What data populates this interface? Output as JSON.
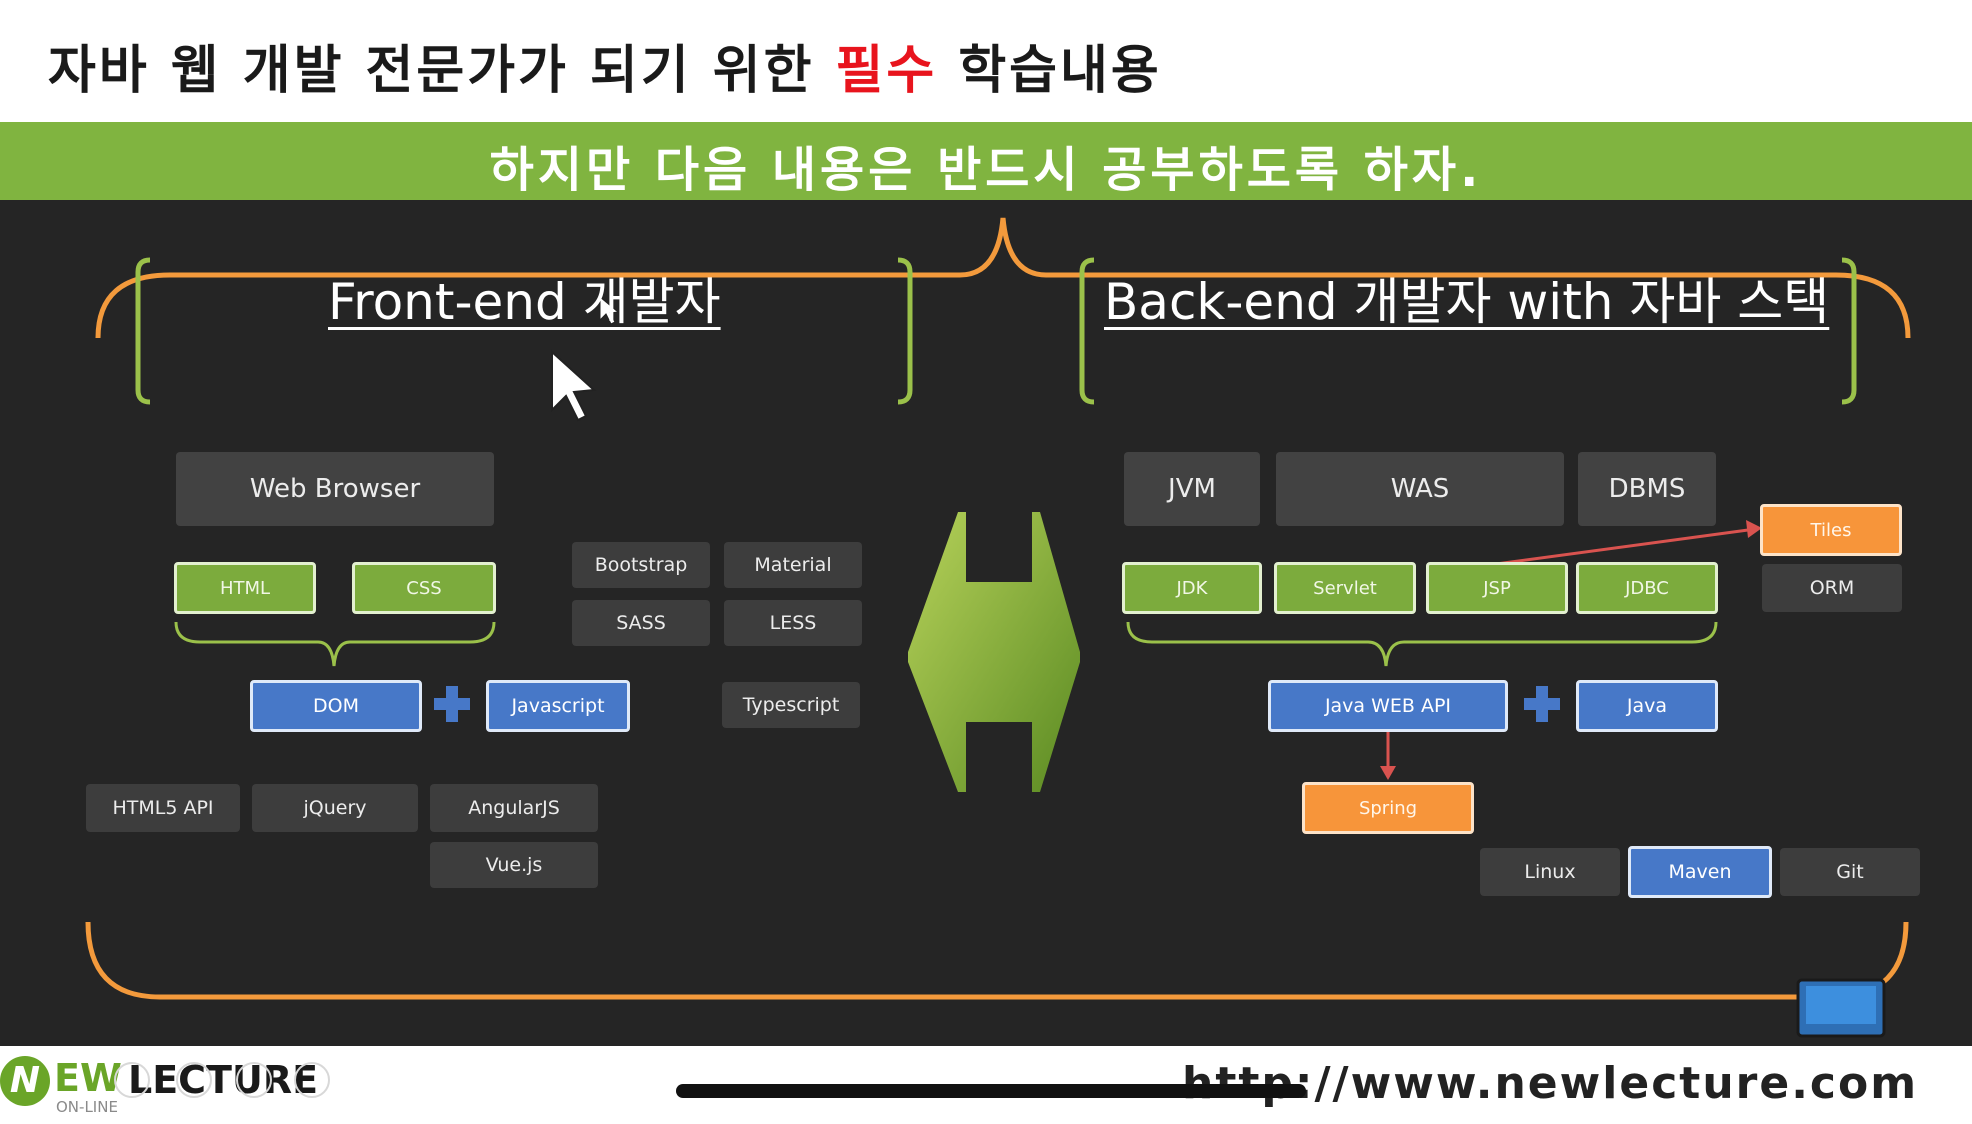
{
  "title": {
    "pre": "자바 웹 개발 전문가가 되기 위한 ",
    "highlight": "필수",
    "post": " 학습내용"
  },
  "banner": "하지만 다음 내용은 반드시 공부하도록 하자.",
  "frontend": {
    "heading": "Front-end 개발자",
    "web_browser": "Web Browser",
    "html": "HTML",
    "css": "CSS",
    "dom": "DOM",
    "javascript": "Javascript",
    "bootstrap": "Bootstrap",
    "material": "Material",
    "sass": "SASS",
    "less": "LESS",
    "typescript": "Typescript",
    "html5_api": "HTML5 API",
    "jquery": "jQuery",
    "angularjs": "AngularJS",
    "vuejs": "Vue.js"
  },
  "backend": {
    "heading": "Back-end 개발자 with 자바 스택",
    "jvm": "JVM",
    "was": "WAS",
    "dbms": "DBMS",
    "jdk": "JDK",
    "servlet": "Servlet",
    "jsp": "JSP",
    "jdbc": "JDBC",
    "tiles": "Tiles",
    "orm": "ORM",
    "java_web_api": "Java WEB API",
    "java": "Java",
    "spring": "Spring",
    "linux": "Linux",
    "maven": "Maven",
    "git": "Git"
  },
  "footer": {
    "logo_letter": "N",
    "logo_ew": "EW",
    "logo_lecture": "LECTURE",
    "logo_sub": "ON-LINE",
    "url": "http://www.newlecture.com"
  },
  "colors": {
    "banner": "#80b440",
    "brace_orange": "#f39a3c",
    "bracket_green": "#9bc14a",
    "box_dark": "#3d3d3d",
    "box_green": "#7cab3d",
    "box_blue": "#4778c8",
    "box_orange": "#f7953a",
    "highlight_red": "#e8141d"
  },
  "icons": [
    "plus-icon",
    "double-arrow-icon",
    "mouse-cursor-icon",
    "computer-mouse-icon"
  ]
}
